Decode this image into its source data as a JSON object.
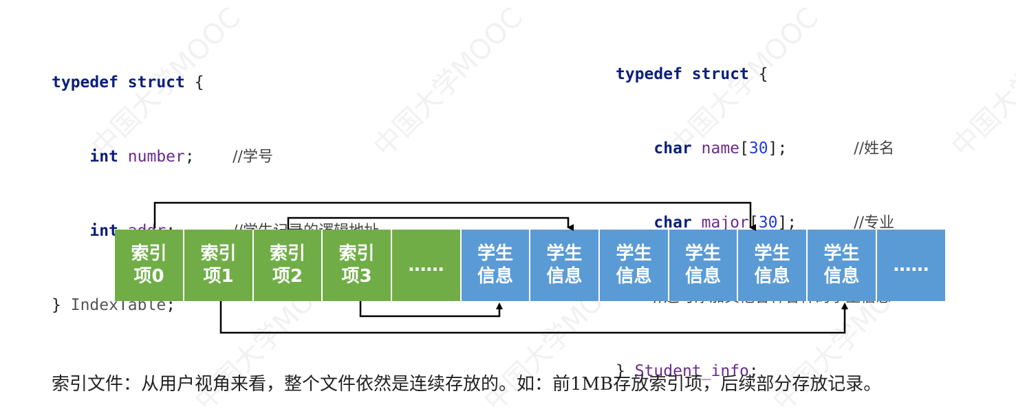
{
  "code_left": {
    "line1": {
      "kw1": "typedef",
      "kw2": "struct",
      "brace": "{"
    },
    "line2": {
      "type": "int",
      "field": "number",
      "semi": ";",
      "comment": "//学号"
    },
    "line3": {
      "type": "int",
      "field": "addr",
      "semi": ";",
      "comment": "//学生记录的逻辑地址"
    },
    "line4": {
      "brace": "}",
      "name": "IndexTable",
      "semi": ";"
    }
  },
  "code_right": {
    "line1": {
      "kw1": "typedef",
      "kw2": "struct",
      "brace": "{"
    },
    "line2": {
      "type": "char",
      "field": "name",
      "open": "[",
      "size": "30",
      "close": "];",
      "comment": "//姓名"
    },
    "line3": {
      "type": "char",
      "field": "major",
      "open": "[",
      "size": "30",
      "close": "];",
      "comment": "//专业"
    },
    "line4": {
      "comment": "//还可添加其他各种各样的学生信息"
    },
    "line5": {
      "brace": "}",
      "name": "Student_info",
      "semi": ";"
    }
  },
  "index_items": [
    {
      "top": "索引",
      "bottom": "项0"
    },
    {
      "top": "索引",
      "bottom": "项1"
    },
    {
      "top": "索引",
      "bottom": "项2"
    },
    {
      "top": "索引",
      "bottom": "项3"
    },
    {
      "top": "……",
      "bottom": ""
    }
  ],
  "student_items": [
    {
      "top": "学生",
      "bottom": "信息"
    },
    {
      "top": "学生",
      "bottom": "信息"
    },
    {
      "top": "学生",
      "bottom": "信息"
    },
    {
      "top": "学生",
      "bottom": "信息"
    },
    {
      "top": "学生",
      "bottom": "信息"
    },
    {
      "top": "学生",
      "bottom": "信息"
    },
    {
      "top": "……",
      "bottom": ""
    }
  ],
  "colors": {
    "index": "#70ad47",
    "student": "#5b9bd5",
    "arrow": "#000000"
  },
  "caption": "索引文件：从用户视角来看，整个文件依然是连续存放的。如：前1MB存放索引项，后续部分存放记录。"
}
